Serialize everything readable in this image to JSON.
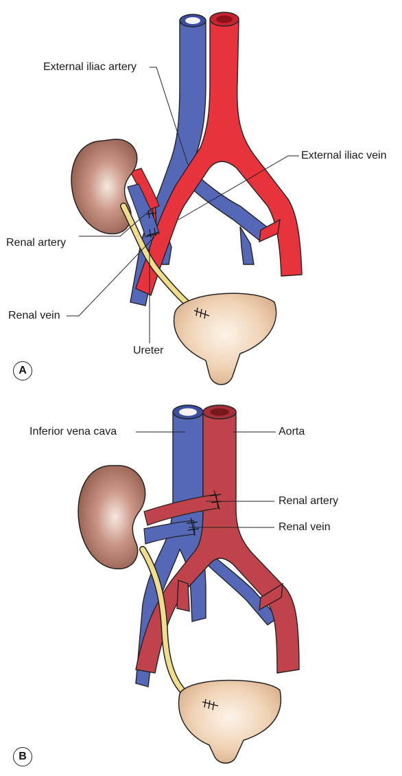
{
  "panel_a": {
    "letter": "A",
    "labels": {
      "external_iliac_artery": "External iliac artery",
      "external_iliac_vein": "External iliac vein",
      "renal_artery": "Renal artery",
      "renal_vein": "Renal vein",
      "ureter": "Ureter"
    }
  },
  "panel_b": {
    "letter": "B",
    "labels": {
      "inferior_vena_cava": "Inferior vena cava",
      "aorta": "Aorta",
      "renal_artery": "Renal artery",
      "renal_vein": "Renal vein"
    }
  },
  "colors": {
    "artery_a": "#e8323c",
    "artery_b": "#c0424a",
    "vein": "#5568b8",
    "ureter": "#f0de8c",
    "kidney": "#b07a6c",
    "bladder": "#f0d6bc"
  }
}
